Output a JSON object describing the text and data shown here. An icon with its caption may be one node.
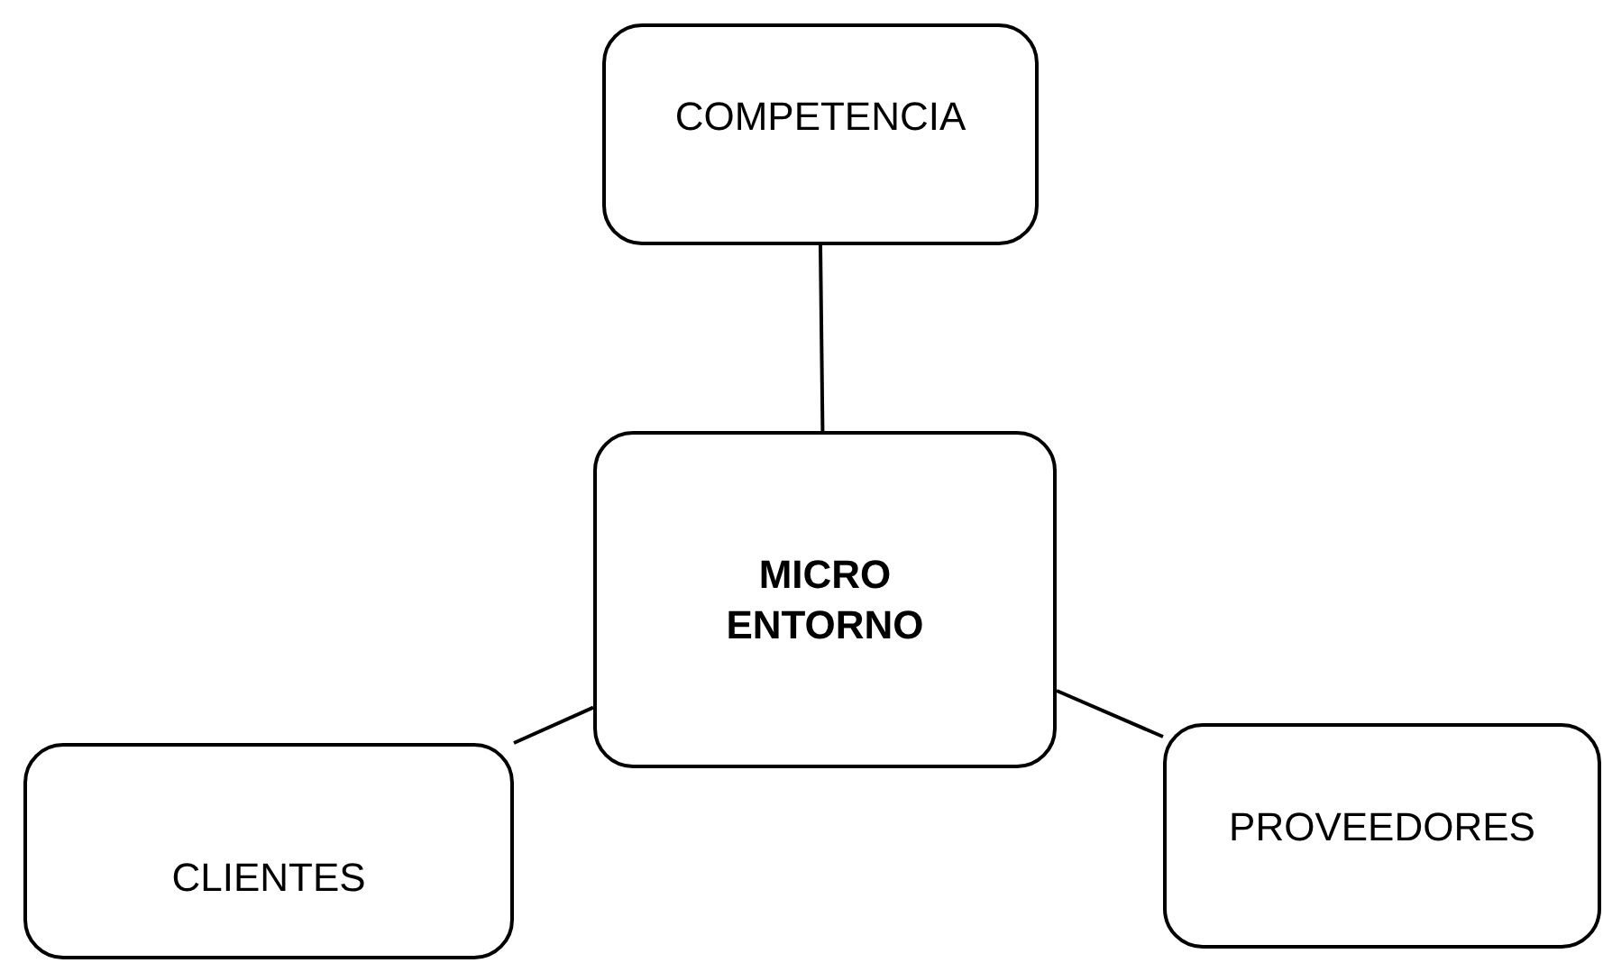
{
  "diagram": {
    "nodes": [
      {
        "text": [
          "COMPETENCIA"
        ]
      },
      {
        "text": [
          "MICRO ENTORNO"
        ]
      },
      {
        "text": [
          "CLIENTES"
        ]
      },
      {
        "text": [
          "PROVEEDORES"
        ]
      }
    ],
    "edges": [
      {
        "from": 0,
        "to": 1,
        "arrow": "none"
      },
      {
        "from": 1,
        "to": 2,
        "arrow": "none"
      },
      {
        "from": 1,
        "to": 3,
        "arrow": "none"
      }
    ]
  }
}
